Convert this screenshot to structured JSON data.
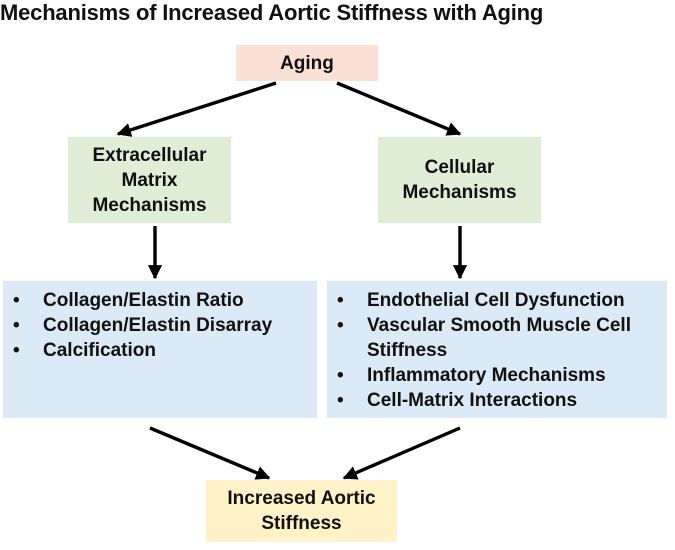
{
  "title": "Mechanisms of Increased Aortic Stiffness with Aging",
  "nodes": {
    "aging": "Aging",
    "extracellular": [
      "Extracellular",
      "Matrix",
      "Mechanisms"
    ],
    "cellular": [
      "Cellular",
      "Mechanisms"
    ],
    "outcome": [
      "Increased Aortic",
      "Stiffness"
    ]
  },
  "left_panel": {
    "items": [
      "Collagen/Elastin Ratio",
      "Collagen/Elastin Disarray",
      "Calcification"
    ]
  },
  "right_panel": {
    "items": [
      "Endothelial Cell Dysfunction",
      "Vascular Smooth Muscle Cell Stiffness",
      "Inflammatory Mechanisms",
      "Cell-Matrix Interactions"
    ]
  },
  "bullet_char": "•",
  "colors": {
    "aging_fill": "#fbe0d6",
    "mechanism_fill": "#e0eed8",
    "panel_fill": "#dce9f7",
    "outcome_fill": "#fff2c9",
    "arrow": "#000000"
  }
}
